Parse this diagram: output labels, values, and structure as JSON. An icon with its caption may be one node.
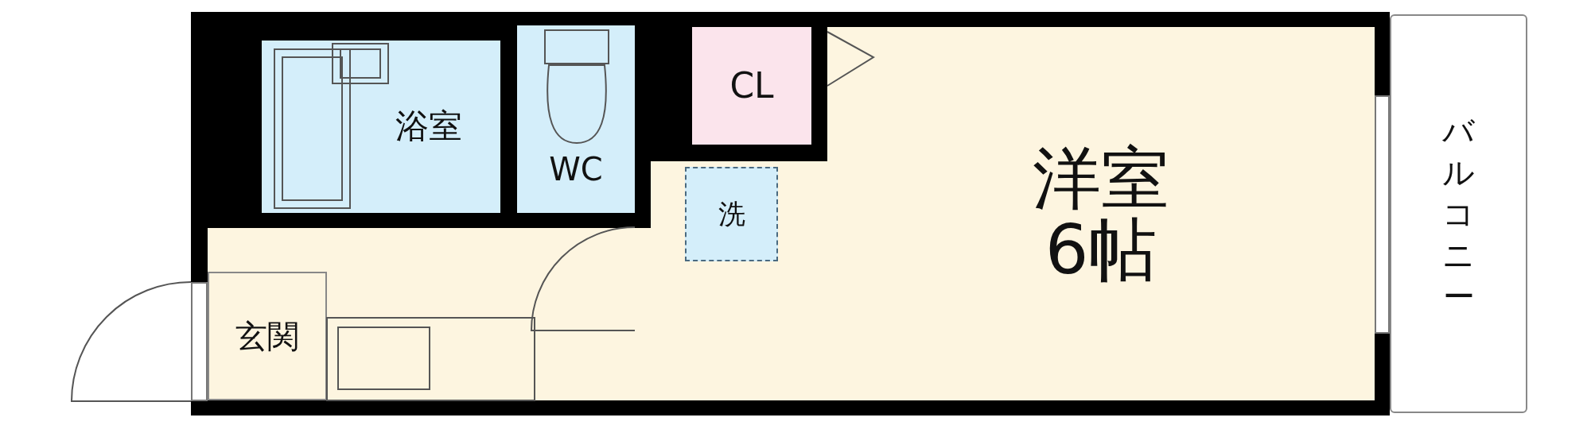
{
  "diagram": {
    "nodes": [
      {
        "text": [
          "浴室"
        ]
      },
      {
        "text": [
          "WC"
        ]
      },
      {
        "text": [
          "CL"
        ]
      },
      {
        "text": [
          "洗"
        ]
      },
      {
        "text": [
          "洋室",
          "6帖"
        ]
      },
      {
        "text": [
          "玄関"
        ]
      },
      {
        "text": [
          "バルコニー"
        ]
      }
    ]
  }
}
